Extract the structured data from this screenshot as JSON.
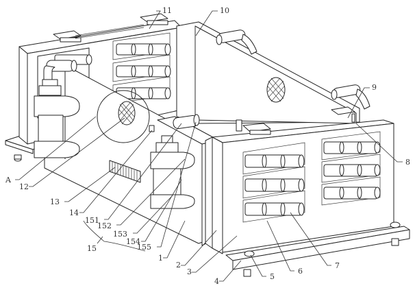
{
  "figure": {
    "labels": {
      "l1": "1",
      "l2": "2",
      "l3": "3",
      "l4": "4",
      "l5": "5",
      "l6": "6",
      "l7": "7",
      "l8": "8",
      "l9": "9",
      "l10": "10",
      "l11": "11",
      "l12": "12",
      "l13": "13",
      "l14": "14",
      "l15": "15",
      "l151": "151",
      "l152": "152",
      "l153": "153",
      "l154": "154",
      "l155": "155",
      "lA": "A"
    }
  }
}
